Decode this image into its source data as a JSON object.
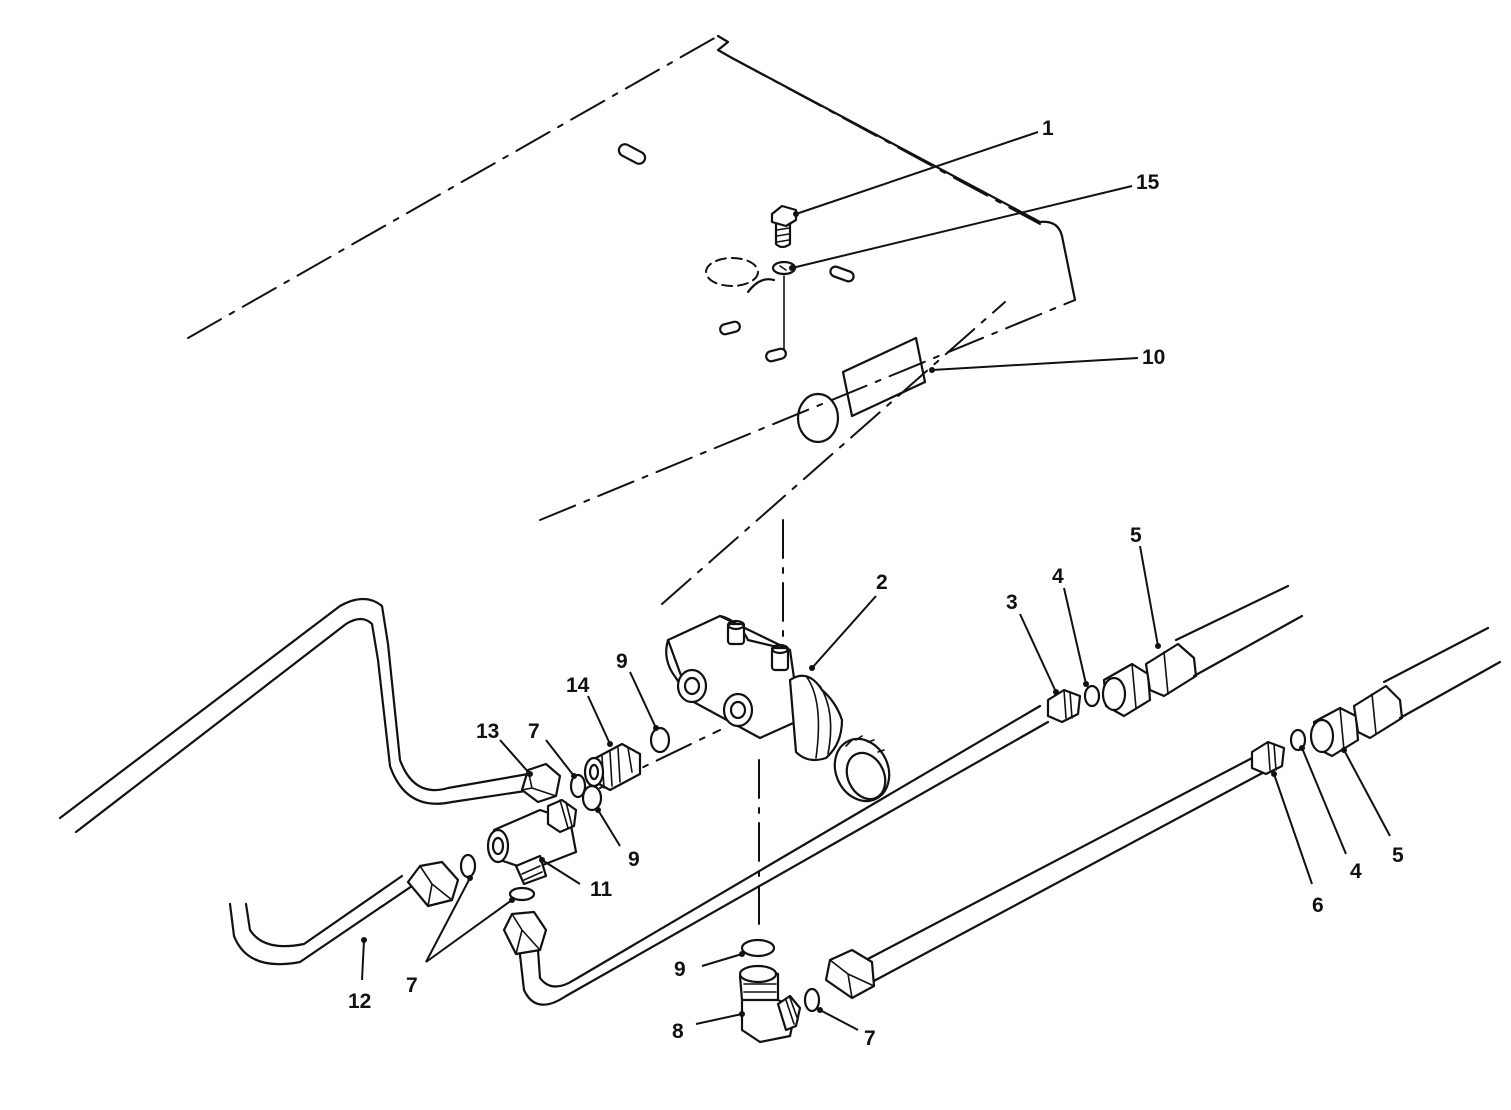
{
  "callouts": {
    "c1": "1",
    "c15": "15",
    "c10": "10",
    "c2": "2",
    "c3": "3",
    "c4a": "4",
    "c5a": "5",
    "c9a": "9",
    "c14": "14",
    "c7a": "7",
    "c13": "13",
    "c9b": "9",
    "c11": "11",
    "c12": "12",
    "c7b": "7",
    "c9c": "9",
    "c8": "8",
    "c7c": "7",
    "c6": "6",
    "c4b": "4",
    "c5b": "5"
  }
}
